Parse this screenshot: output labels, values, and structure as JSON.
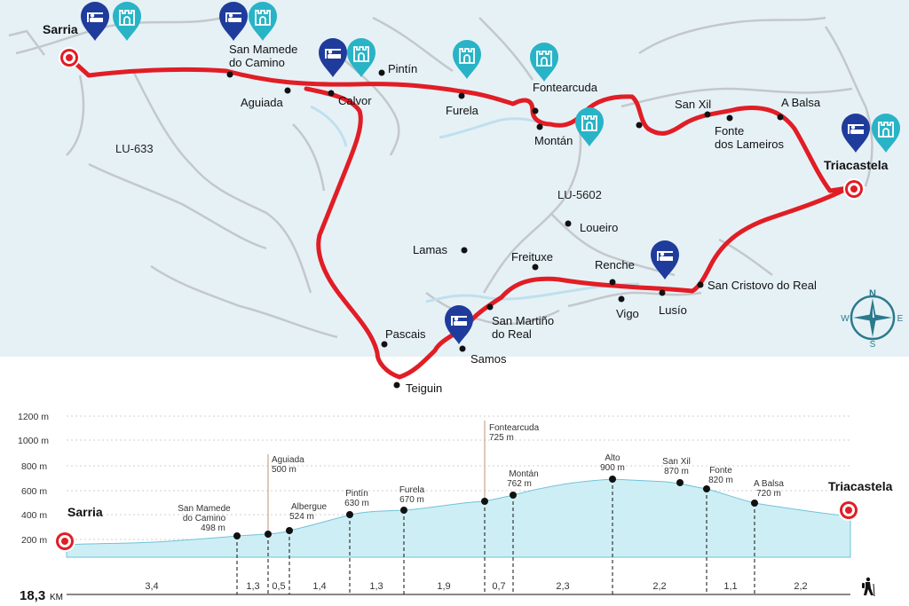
{
  "map": {
    "start": "Sarria",
    "end": "Triacastela",
    "roads": [
      "LU-633",
      "LU-5602"
    ],
    "places": [
      {
        "name": "San Mamede",
        "line2": "do Camino"
      },
      {
        "name": "Aguiada"
      },
      {
        "name": "Calvor"
      },
      {
        "name": "Pintín"
      },
      {
        "name": "Furela"
      },
      {
        "name": "Fontearcuda"
      },
      {
        "name": "Montán"
      },
      {
        "name": "San Xil"
      },
      {
        "name": "Fonte",
        "line2": "dos Lameiros"
      },
      {
        "name": "A Balsa"
      },
      {
        "name": "Loueiro"
      },
      {
        "name": "Lamas"
      },
      {
        "name": "Freituxe"
      },
      {
        "name": "Renche"
      },
      {
        "name": "San Cristovo do Real"
      },
      {
        "name": "Lusío"
      },
      {
        "name": "Vigo"
      },
      {
        "name": "San Martiño",
        "line2": "do Real"
      },
      {
        "name": "Samos"
      },
      {
        "name": "Pascais"
      },
      {
        "name": "Teiguin"
      }
    ],
    "compass": {
      "n": "N",
      "s": "S",
      "e": "E",
      "w": "W"
    },
    "colors": {
      "route": "#e11d25",
      "sea": "#e6f1f6",
      "roads": "#c3c8cc",
      "rivers": "#bfe0ee",
      "pin_dark": "#1f3c9c",
      "pin_light": "#29b3c6"
    },
    "icons": [
      "albergue-pin-icon",
      "castle-pin-icon",
      "compass-rose-icon",
      "hiker-icon",
      "start-target-icon"
    ]
  },
  "profile": {
    "total_distance": "18,3",
    "distance_unit": "KM",
    "start": "Sarria",
    "end": "Triacastela",
    "y_ticks": [
      "1200 m",
      "1000 m",
      "800 m",
      "600 m",
      "400 m",
      "200 m"
    ],
    "points": [
      {
        "name": "San Mamede",
        "line2": "do Camino",
        "alt": "498 m"
      },
      {
        "name": "Aguiada",
        "alt": "500 m"
      },
      {
        "name": "Albergue",
        "alt": "524 m"
      },
      {
        "name": "Pintín",
        "alt": "630 m"
      },
      {
        "name": "Furela",
        "alt": "670 m"
      },
      {
        "name": "Fontearcuda",
        "alt": "725 m"
      },
      {
        "name": "Montán",
        "alt": "762 m"
      },
      {
        "name": "Alto",
        "alt": "900 m"
      },
      {
        "name": "San Xil",
        "alt": "870 m"
      },
      {
        "name": "Fonte",
        "alt": "820 m"
      },
      {
        "name": "A Balsa",
        "alt": "720 m"
      }
    ],
    "segments": [
      "3,4",
      "1,3",
      "0,5",
      "1,4",
      "1,3",
      "1,9",
      "0,7",
      "2,3",
      "2,2",
      "1,1",
      "2,2"
    ]
  }
}
